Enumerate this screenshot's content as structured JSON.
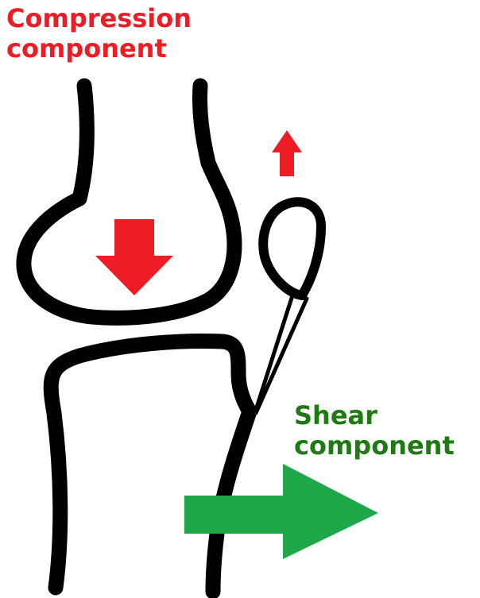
{
  "labels": {
    "compression_line1": "Compression",
    "compression_line2": "component",
    "shear_line1": "Shear",
    "shear_line2": "component"
  },
  "colors": {
    "compression": "#ee1c25",
    "shear": "#1e7a12",
    "shear_arrow": "#1fa84a",
    "outline": "#000000"
  },
  "icons": {
    "compression_arrow": "down-arrow-icon",
    "patella_arrow": "up-arrow-icon",
    "shear_arrow": "right-arrow-icon"
  }
}
